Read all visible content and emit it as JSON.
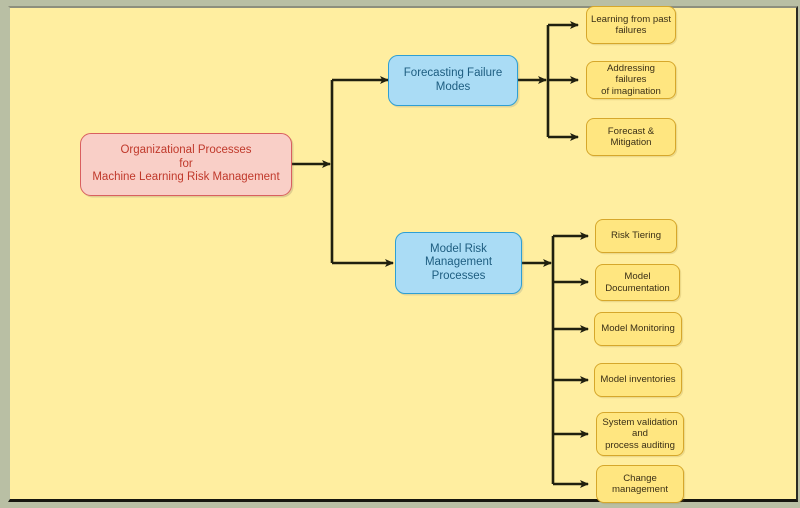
{
  "diagram": {
    "title": "Organizational Processes for Machine Learning Risk Management",
    "background_color": "#ffeea0",
    "frame_color": "#b9bfa4",
    "root": {
      "label": "Organizational Processes\nfor\nMachine Learning Risk Management",
      "fill": "#f9cfc7",
      "border": "#d95f5f",
      "text_color": "#c0392b"
    },
    "branches": [
      {
        "label": "Forecasting Failure\nModes",
        "fill": "#aadcf5",
        "border": "#2e9fd4",
        "text_color": "#1d5d80",
        "children": [
          {
            "label": "Learning from past\nfailures"
          },
          {
            "label": "Addressing failures\nof imagination"
          },
          {
            "label": "Forecast &\nMitigation"
          }
        ]
      },
      {
        "label": "Model Risk\nManagement\nProcesses",
        "fill": "#aadcf5",
        "border": "#2e9fd4",
        "text_color": "#1d5d80",
        "children": [
          {
            "label": "Risk Tiering"
          },
          {
            "label": "Model\nDocumentation"
          },
          {
            "label": "Model Monitoring"
          },
          {
            "label": "Model inventories"
          },
          {
            "label": "System validation\nand\nprocess auditing"
          },
          {
            "label": "Change\nmanagement"
          }
        ]
      }
    ],
    "leaf_style": {
      "fill": "#ffe680",
      "border": "#d6a72b",
      "text_color": "#3a2f16"
    },
    "connector_color": "#20200f"
  }
}
